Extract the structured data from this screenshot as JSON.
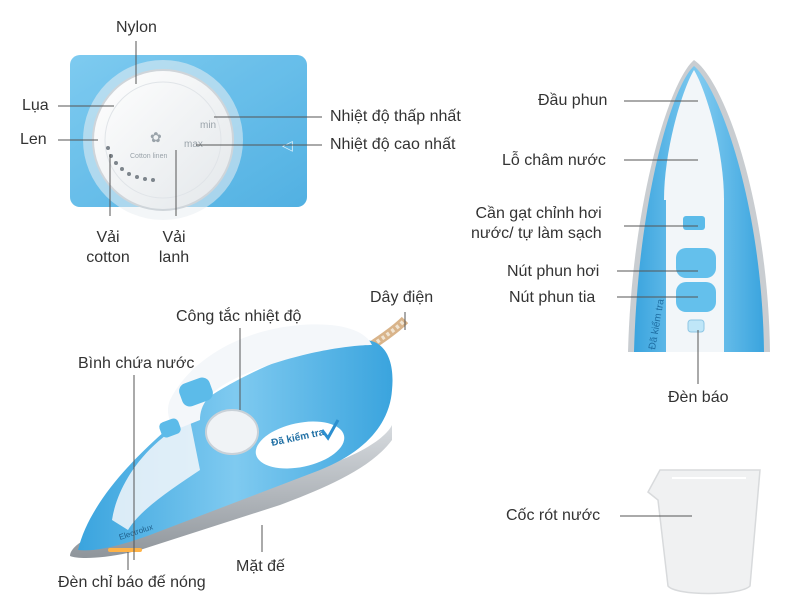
{
  "dial_marks": {
    "min": "min",
    "max": "max",
    "cotton_linen": "Cotton linen"
  },
  "check_sticker": {
    "title": "Đã kiểm tra"
  },
  "brand": {
    "logo_text": "Electrolux"
  },
  "labels": {
    "nylon": "Nylon",
    "lua": "Lụa",
    "len": "Len",
    "vai_cotton_1": "Vải",
    "vai_cotton_2": "cotton",
    "vai_lanh_1": "Vải",
    "vai_lanh_2": "lanh",
    "nhiet_do_thap_nhat": "Nhiệt độ thấp nhất",
    "nhiet_do_cao_nhat": "Nhiệt độ cao nhất",
    "dau_phun": "Đầu phun",
    "lo_cham_nuoc": "Lỗ châm nước",
    "can_gat_1": "Cần gạt chỉnh hơi",
    "can_gat_2": "nước/ tự làm sạch",
    "nut_phun_hoi": "Nút phun hơi",
    "nut_phun_tia": "Nút phun tia",
    "den_bao": "Đèn báo",
    "day_dien": "Dây điện",
    "cong_tac_nhiet_do": "Công tắc nhiệt độ",
    "binh_chua_nuoc": "Bình chứa nước",
    "mat_de": "Mặt đế",
    "den_chi_bao": "Đèn chỉ báo đế nóng",
    "coc_rot_nuoc": "Cốc rót nước"
  },
  "colors": {
    "iron_blue": "#4fb3e6",
    "iron_blue_light": "#8fd0f2",
    "iron_white": "#f4f7fa",
    "soleplate": "#b9bec4",
    "leader_line": "#555555",
    "text": "#333333"
  }
}
